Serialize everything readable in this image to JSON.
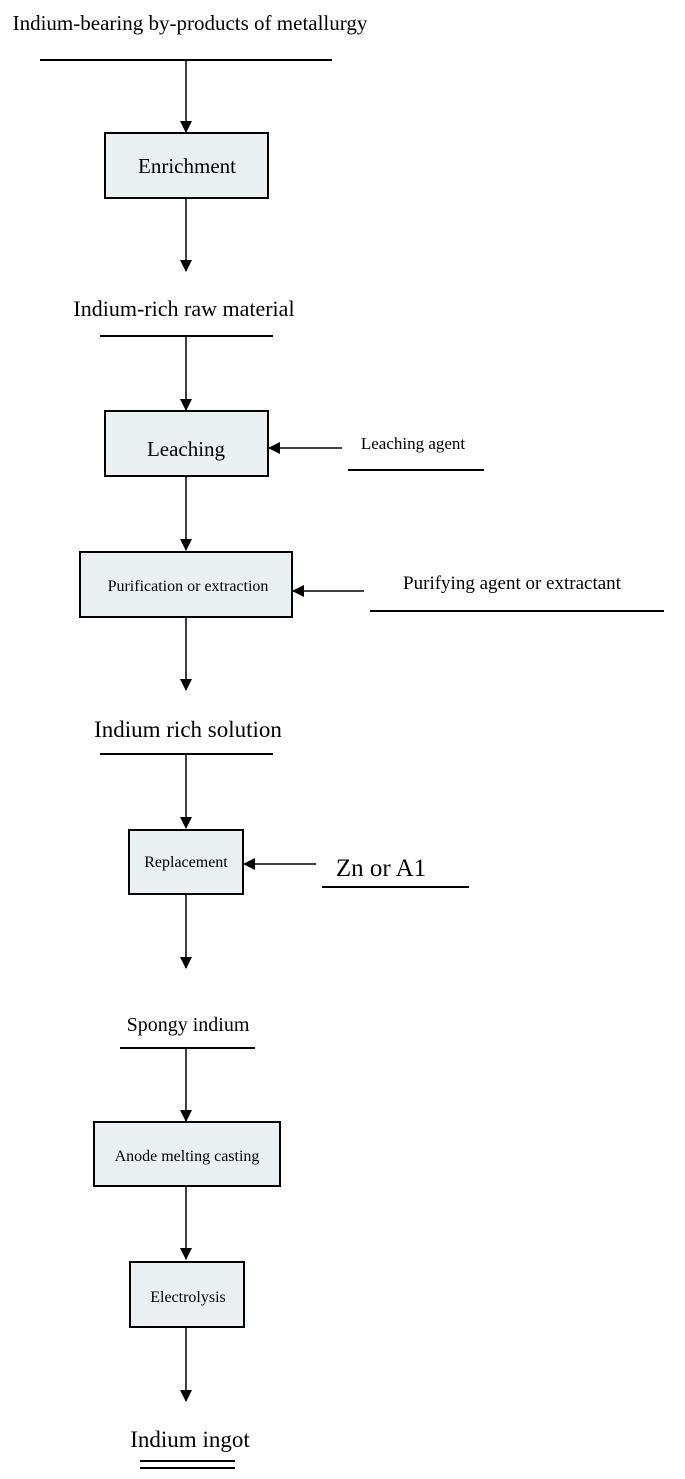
{
  "materials": {
    "source": "Indium-bearing by-products of metallurgy",
    "raw_material": "Indium-rich raw material",
    "rich_solution": "Indium rich solution",
    "spongy": "Spongy indium",
    "ingot": "Indium ingot"
  },
  "processes": {
    "enrichment": "Enrichment",
    "leaching": "Leaching",
    "purification": "Purification or extraction",
    "replacement": "Replacement",
    "anode_casting": "Anode melting casting",
    "electrolysis": "Electrolysis"
  },
  "reagents": {
    "leaching_agent": "Leaching agent",
    "purifying_agent": "Purifying agent or extractant",
    "zn_al": "Zn or A1"
  },
  "colors": {
    "box_fill": "#eaf0f1",
    "stroke": "#000000"
  }
}
